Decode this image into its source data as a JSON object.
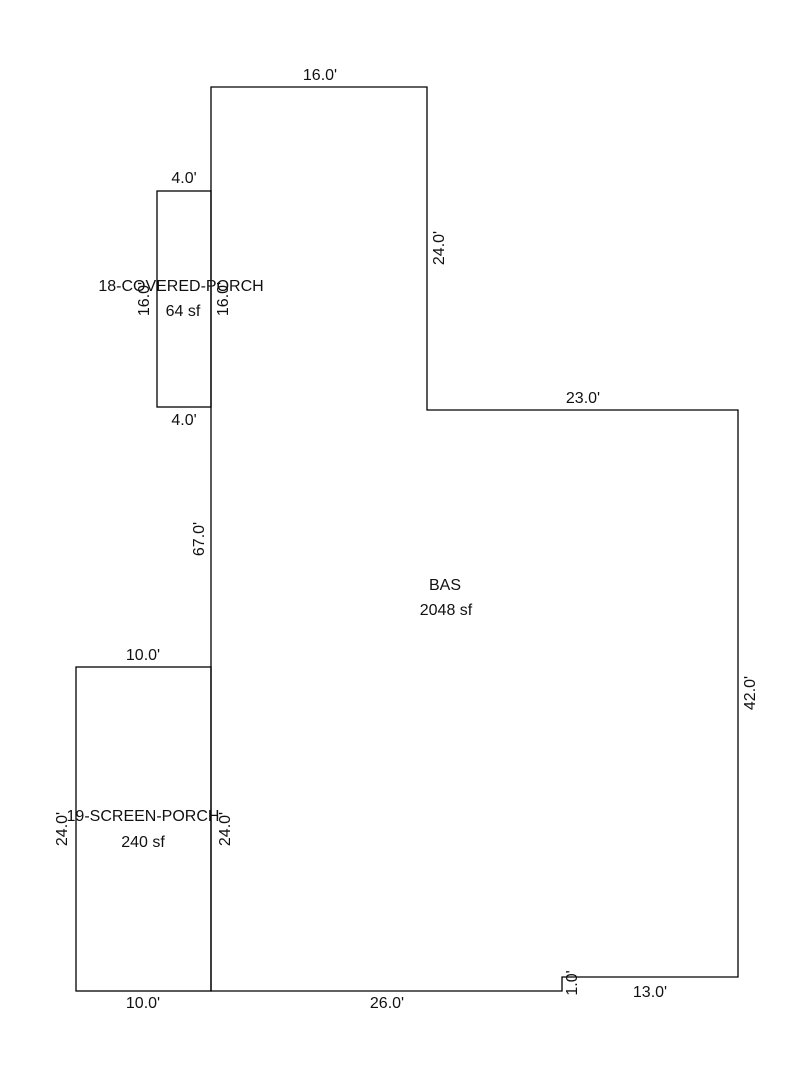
{
  "areas": {
    "bas": {
      "name": "BAS",
      "size": "2048 sf"
    },
    "covered_porch": {
      "name": "18-COVERED-PORCH",
      "size": "64 sf"
    },
    "screen_porch": {
      "name": "19-SCREEN-PORCH",
      "size": "240 sf"
    }
  },
  "dimensions": {
    "bas_top": "16.0'",
    "bas_right_upper": "24.0'",
    "bas_step": "23.0'",
    "bas_right_lower": "42.0'",
    "bas_bottom_right": "13.0'",
    "bas_notch": "1.0'",
    "bas_bottom": "26.0'",
    "bas_left": "67.0'",
    "covered_porch_top": "4.0'",
    "covered_porch_bottom": "4.0'",
    "covered_porch_left": "16.0'",
    "covered_porch_right": "16.0'",
    "screen_porch_top": "10.0'",
    "screen_porch_bottom": "10.0'",
    "screen_porch_left": "24.0'",
    "screen_porch_right": "24.0'"
  },
  "colors": {
    "line": "#000000",
    "text": "#111111",
    "background": "#ffffff"
  }
}
